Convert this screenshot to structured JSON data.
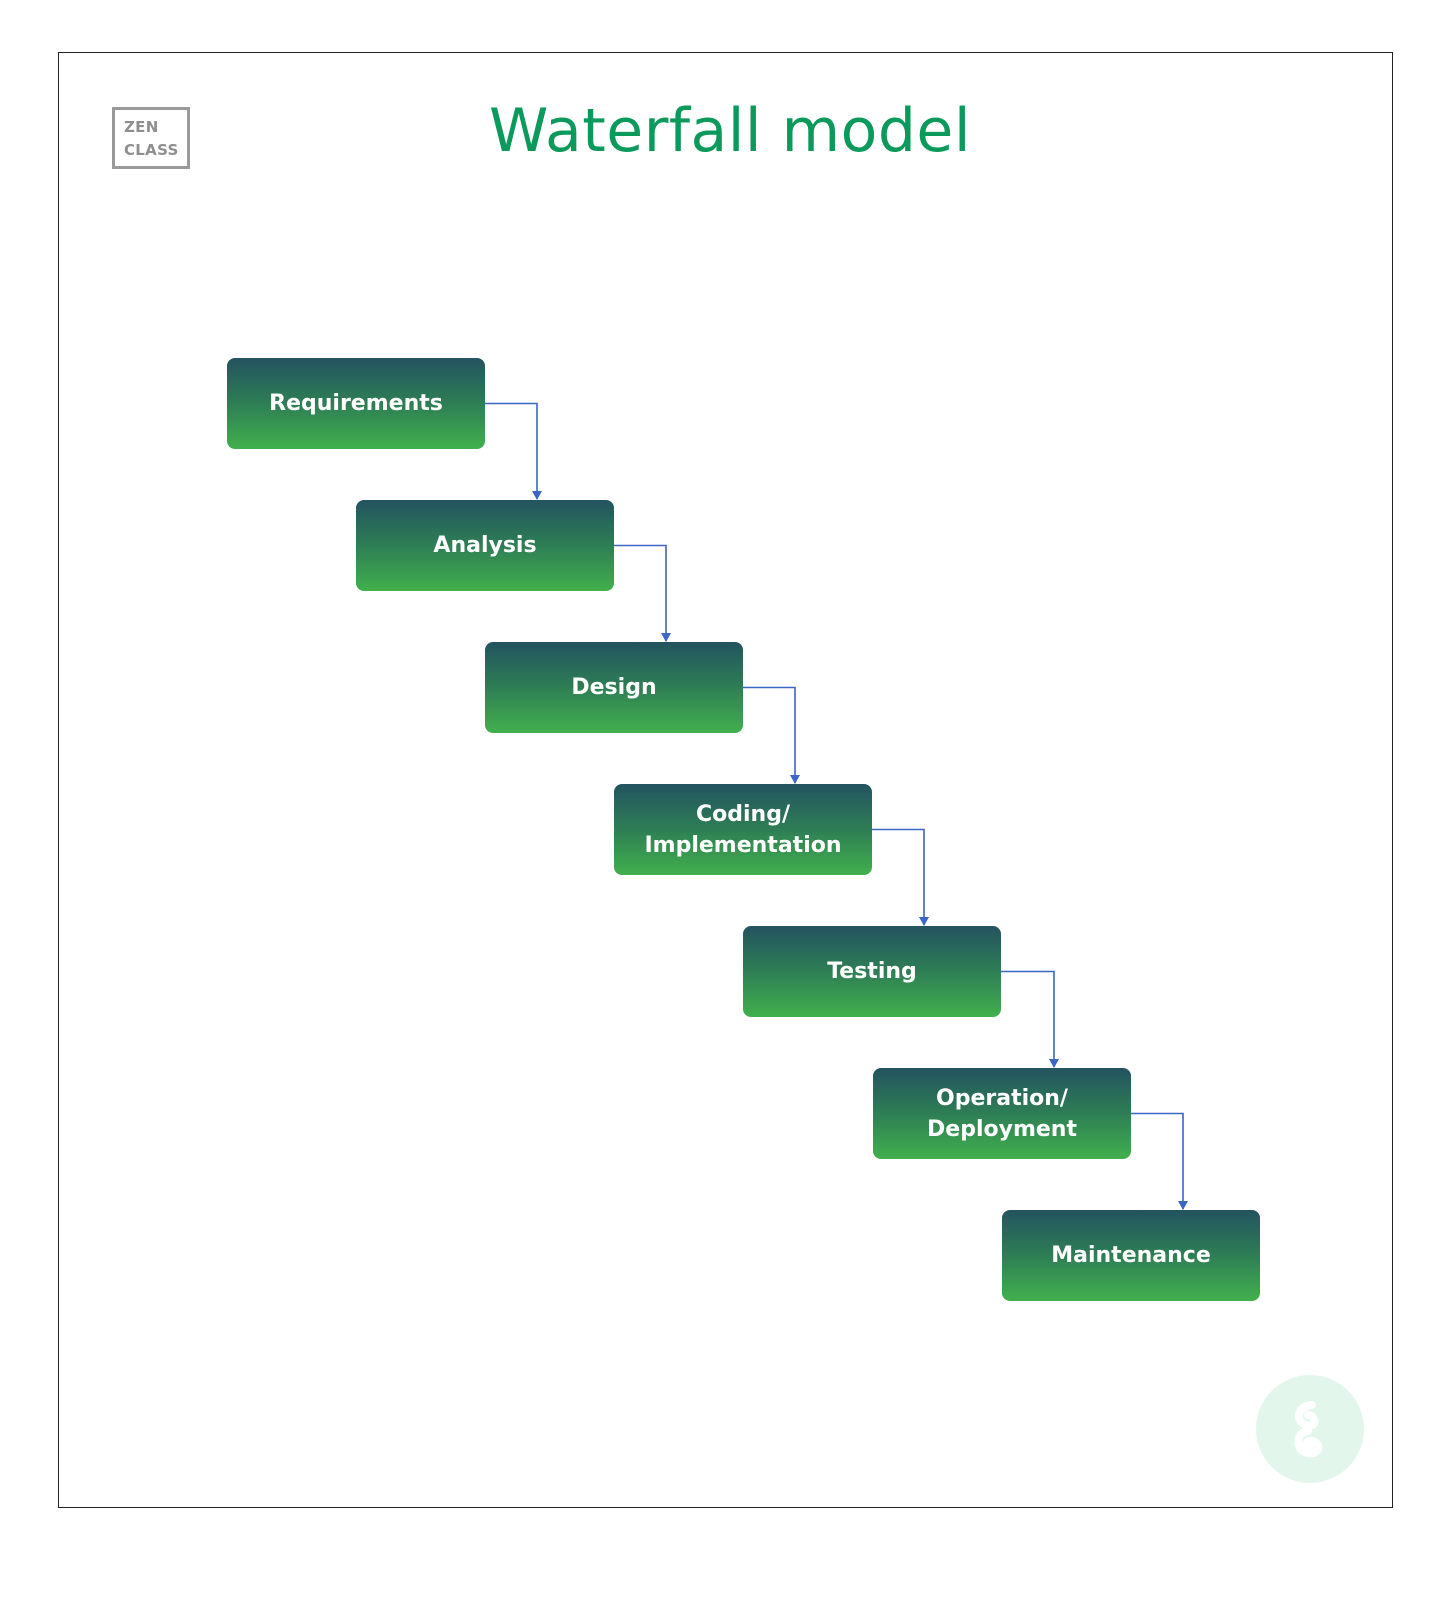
{
  "logo": {
    "line1": "ZEN",
    "line2": "CLASS"
  },
  "title": "Waterfall model",
  "stages": [
    {
      "label": "Requirements"
    },
    {
      "label": "Analysis"
    },
    {
      "label": "Design"
    },
    {
      "label": "Coding/\nImplementation"
    },
    {
      "label": "Testing"
    },
    {
      "label": "Operation/\nDeployment"
    },
    {
      "label": "Maintenance"
    }
  ],
  "colors": {
    "title": "#0c9a5c",
    "box_top": "#235360",
    "box_bottom": "#41b04d",
    "arrow": "#3b66c4",
    "badge_bg": "#e3f6ec",
    "badge_icon": "#ffffff"
  },
  "icons": {
    "badge": "ghost-squiggle-icon"
  }
}
